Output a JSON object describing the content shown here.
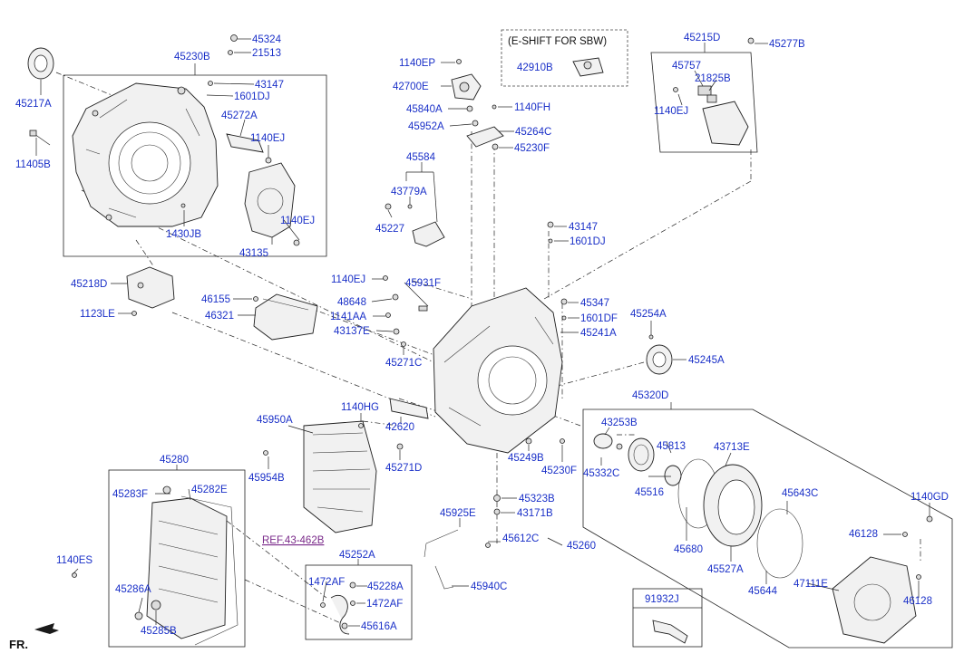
{
  "labels": {
    "p45324": "45324",
    "p21513": "21513",
    "p45230B": "45230B",
    "p43147a": "43147",
    "p1601DJa": "1601DJ",
    "p45217A": "45217A",
    "p45272A": "45272A",
    "p1140EJa": "1140EJ",
    "p11405B": "11405B",
    "p1140EJb": "1140EJ",
    "p1430JB": "1430JB",
    "p43135": "43135",
    "p45218D": "45218D",
    "p1123LE": "1123LE",
    "p46155": "46155",
    "p46321": "46321",
    "p1140EP": "1140EP",
    "p42700E": "42700E",
    "p45840A": "45840A",
    "p1140FH": "1140FH",
    "p45952A": "45952A",
    "p45264C": "45264C",
    "p45230F": "45230F",
    "p45584": "45584",
    "p43779A": "43779A",
    "p45227": "45227",
    "p43147b": "43147",
    "p1601DJb": "1601DJ",
    "p42910B": "42910B",
    "p45215D": "45215D",
    "p45277B": "45277B",
    "p45757": "45757",
    "p21825B": "21825B",
    "p1140EJc": "1140EJ",
    "p1140EJd": "1140EJ",
    "p45931F": "45931F",
    "p48648": "48648",
    "p1141AA": "1141AA",
    "p43137E": "43137E",
    "p45271C": "45271C",
    "p45347": "45347",
    "p1601DF": "1601DF",
    "p45241A": "45241A",
    "p45254A": "45254A",
    "p45245A": "45245A",
    "p1140HG": "1140HG",
    "p42620": "42620",
    "p45950A": "45950A",
    "p45954B": "45954B",
    "p45271D": "45271D",
    "p45249B": "45249B",
    "p45230F2": "45230F",
    "p45320D": "45320D",
    "p43253B": "43253B",
    "p45332C": "45332C",
    "p45813": "45813",
    "p43713E": "43713E",
    "p45516": "45516",
    "p45280": "45280",
    "p45283F": "45283F",
    "p45282E": "45282E",
    "p1140ES": "1140ES",
    "p45286A": "45286A",
    "p45285B": "45285B",
    "p45323B": "45323B",
    "p45925E": "45925E",
    "p43171B": "43171B",
    "p45612C": "45612C",
    "p45260": "45260",
    "p45940C": "45940C",
    "p45252A": "45252A",
    "p1472AFa": "1472AF",
    "p45228A": "45228A",
    "p1472AFb": "1472AF",
    "p45616A": "45616A",
    "p45680": "45680",
    "p45527A": "45527A",
    "p45644": "45644",
    "p45643C": "45643C",
    "p47111E": "47111E",
    "p1140GD": "1140GD",
    "p46128a": "46128",
    "p46128b": "46128",
    "p91932J": "91932J"
  },
  "eshift_title": "(E-SHIFT FOR SBW)",
  "ref_link": "REF.43-462B",
  "fr_label": "FR."
}
